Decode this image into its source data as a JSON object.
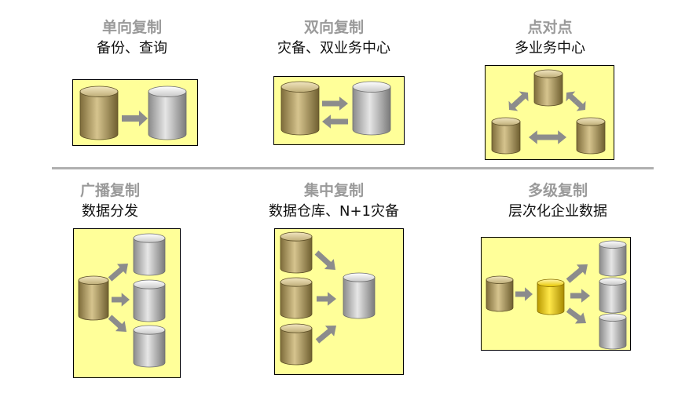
{
  "panels": [
    {
      "title": "单向复制",
      "subtitle": "备份、查询"
    },
    {
      "title": "双向复制",
      "subtitle": "灾备、双业务中心"
    },
    {
      "title": "点对点",
      "subtitle": "多业务中心"
    },
    {
      "title": "广播复制",
      "subtitle": "数据分发"
    },
    {
      "title": "集中复制",
      "subtitle": "数据仓库、N+1灾备"
    },
    {
      "title": "多级复制",
      "subtitle": "层次化企业数据"
    }
  ],
  "colors": {
    "box_fill": "#ffff99",
    "source_db": "#b5a064",
    "target_db": "#bdbdbd",
    "relay_db": "#f2d200",
    "arrow": "#8c8c8c",
    "title_text": "#9a9a9a",
    "divider": "#b0b0b0"
  }
}
